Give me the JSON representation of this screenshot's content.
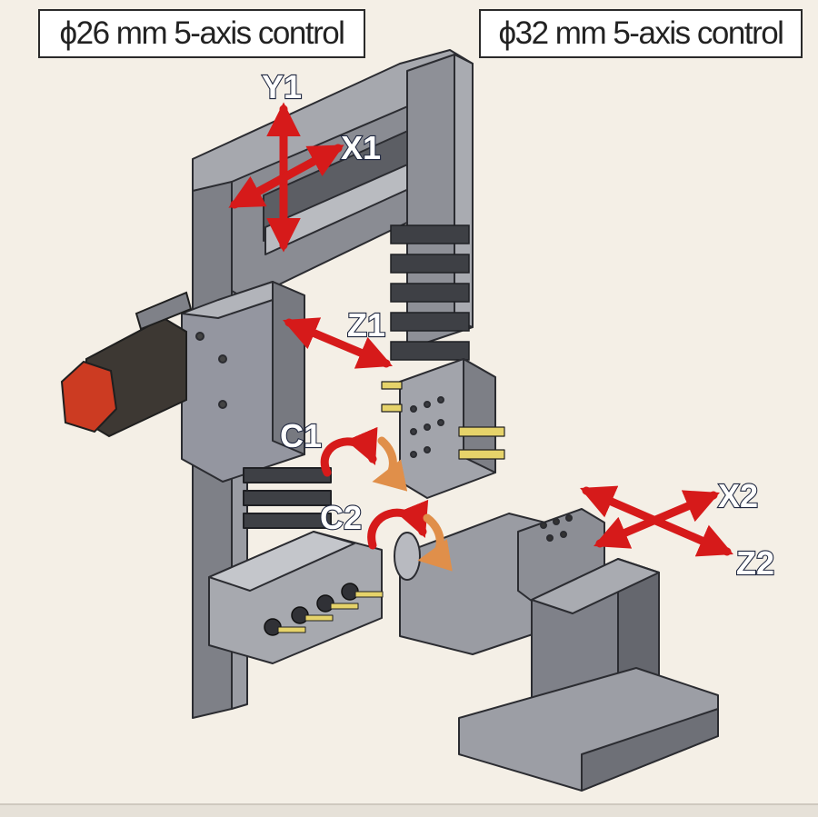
{
  "labels": {
    "left_spec": "ϕ26 mm 5-axis control",
    "right_spec": "ϕ32 mm 5-axis control"
  },
  "axes": {
    "y1": "Y1",
    "x1": "X1",
    "z1": "Z1",
    "c1": "C1",
    "c2": "C2",
    "x2": "X2",
    "z2": "Z2"
  },
  "colors": {
    "background": "#f4efe6",
    "machine_body": "#8e9097",
    "machine_dark": "#5f6168",
    "linear_arrow": "#d61a1a",
    "rotation_arrow": "#e08f4a",
    "motor_cap": "#cc3b22"
  }
}
